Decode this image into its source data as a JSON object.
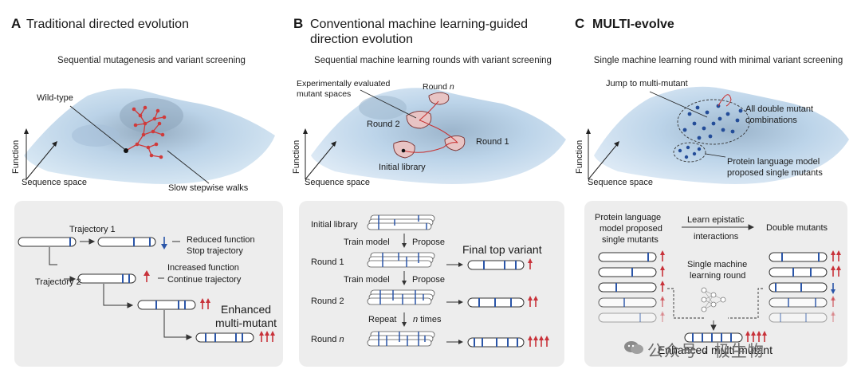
{
  "panels": {
    "A": {
      "letter": "A",
      "title": "Traditional directed evolution",
      "subtitle": "Sequential mutagenesis and variant screening",
      "wild_type": "Wild-type",
      "function_axis": "Function",
      "sequence_axis": "Sequence space",
      "slow_walks": "Slow stepwise walks",
      "trajectory1": "Trajectory 1",
      "trajectory2": "Trajectory 2",
      "reduced1": "Reduced function",
      "reduced2": "Stop trajectory",
      "increased1": "Increased function",
      "increased2": "Continue trajectory",
      "enhanced1": "Enhanced",
      "enhanced2": "multi-mutant"
    },
    "B": {
      "letter": "B",
      "title_line1": "Conventional machine learning-guided",
      "title_line2": "direction evolution",
      "subtitle": "Sequential machine learning rounds with variant screening",
      "exp1": "Experimentally evaluated",
      "exp2": "mutant spaces",
      "round_n_label": "Round ",
      "round_n_italic": "n",
      "round2": "Round 2",
      "round1": "Round 1",
      "initial_library": "Initial library",
      "function_axis": "Function",
      "sequence_axis": "Sequence space",
      "box_initial": "Initial library",
      "train1": "Train model",
      "propose1": "Propose",
      "box_round1": "Round 1",
      "final_top": "Final top variant",
      "train2": "Train model",
      "propose2": "Propose",
      "box_round2": "Round 2",
      "repeat": "Repeat",
      "n_times_n": "n",
      "n_times": " times",
      "box_round_n": "Round ",
      "box_round_n_italic": "n"
    },
    "C": {
      "letter": "C",
      "title": "MULTI-evolve",
      "subtitle": "Single machine learning round with minimal variant screening",
      "jump": "Jump to multi-mutant",
      "all_double1": "All double mutant",
      "all_double2": "combinations",
      "plm1": "Protein language model",
      "plm2": "proposed single mutants",
      "function_axis": "Function",
      "sequence_axis": "Sequence space",
      "box_plm1": "Protein language",
      "box_plm2": "model proposed",
      "box_plm3": "single mutants",
      "learn1": "Learn epistatic",
      "learn2": "interactions",
      "double_mutants": "Double mutants",
      "single_ml1": "Single machine",
      "single_ml2": "learning round",
      "enhanced": "Enhanced multi-mutant"
    }
  },
  "watermark": "公众号 · 极生物",
  "colors": {
    "accent_blue": "#2a55a8",
    "accent_red": "#c8323a",
    "landscape": "#b9d3ea",
    "box_bg": "#ededed"
  }
}
